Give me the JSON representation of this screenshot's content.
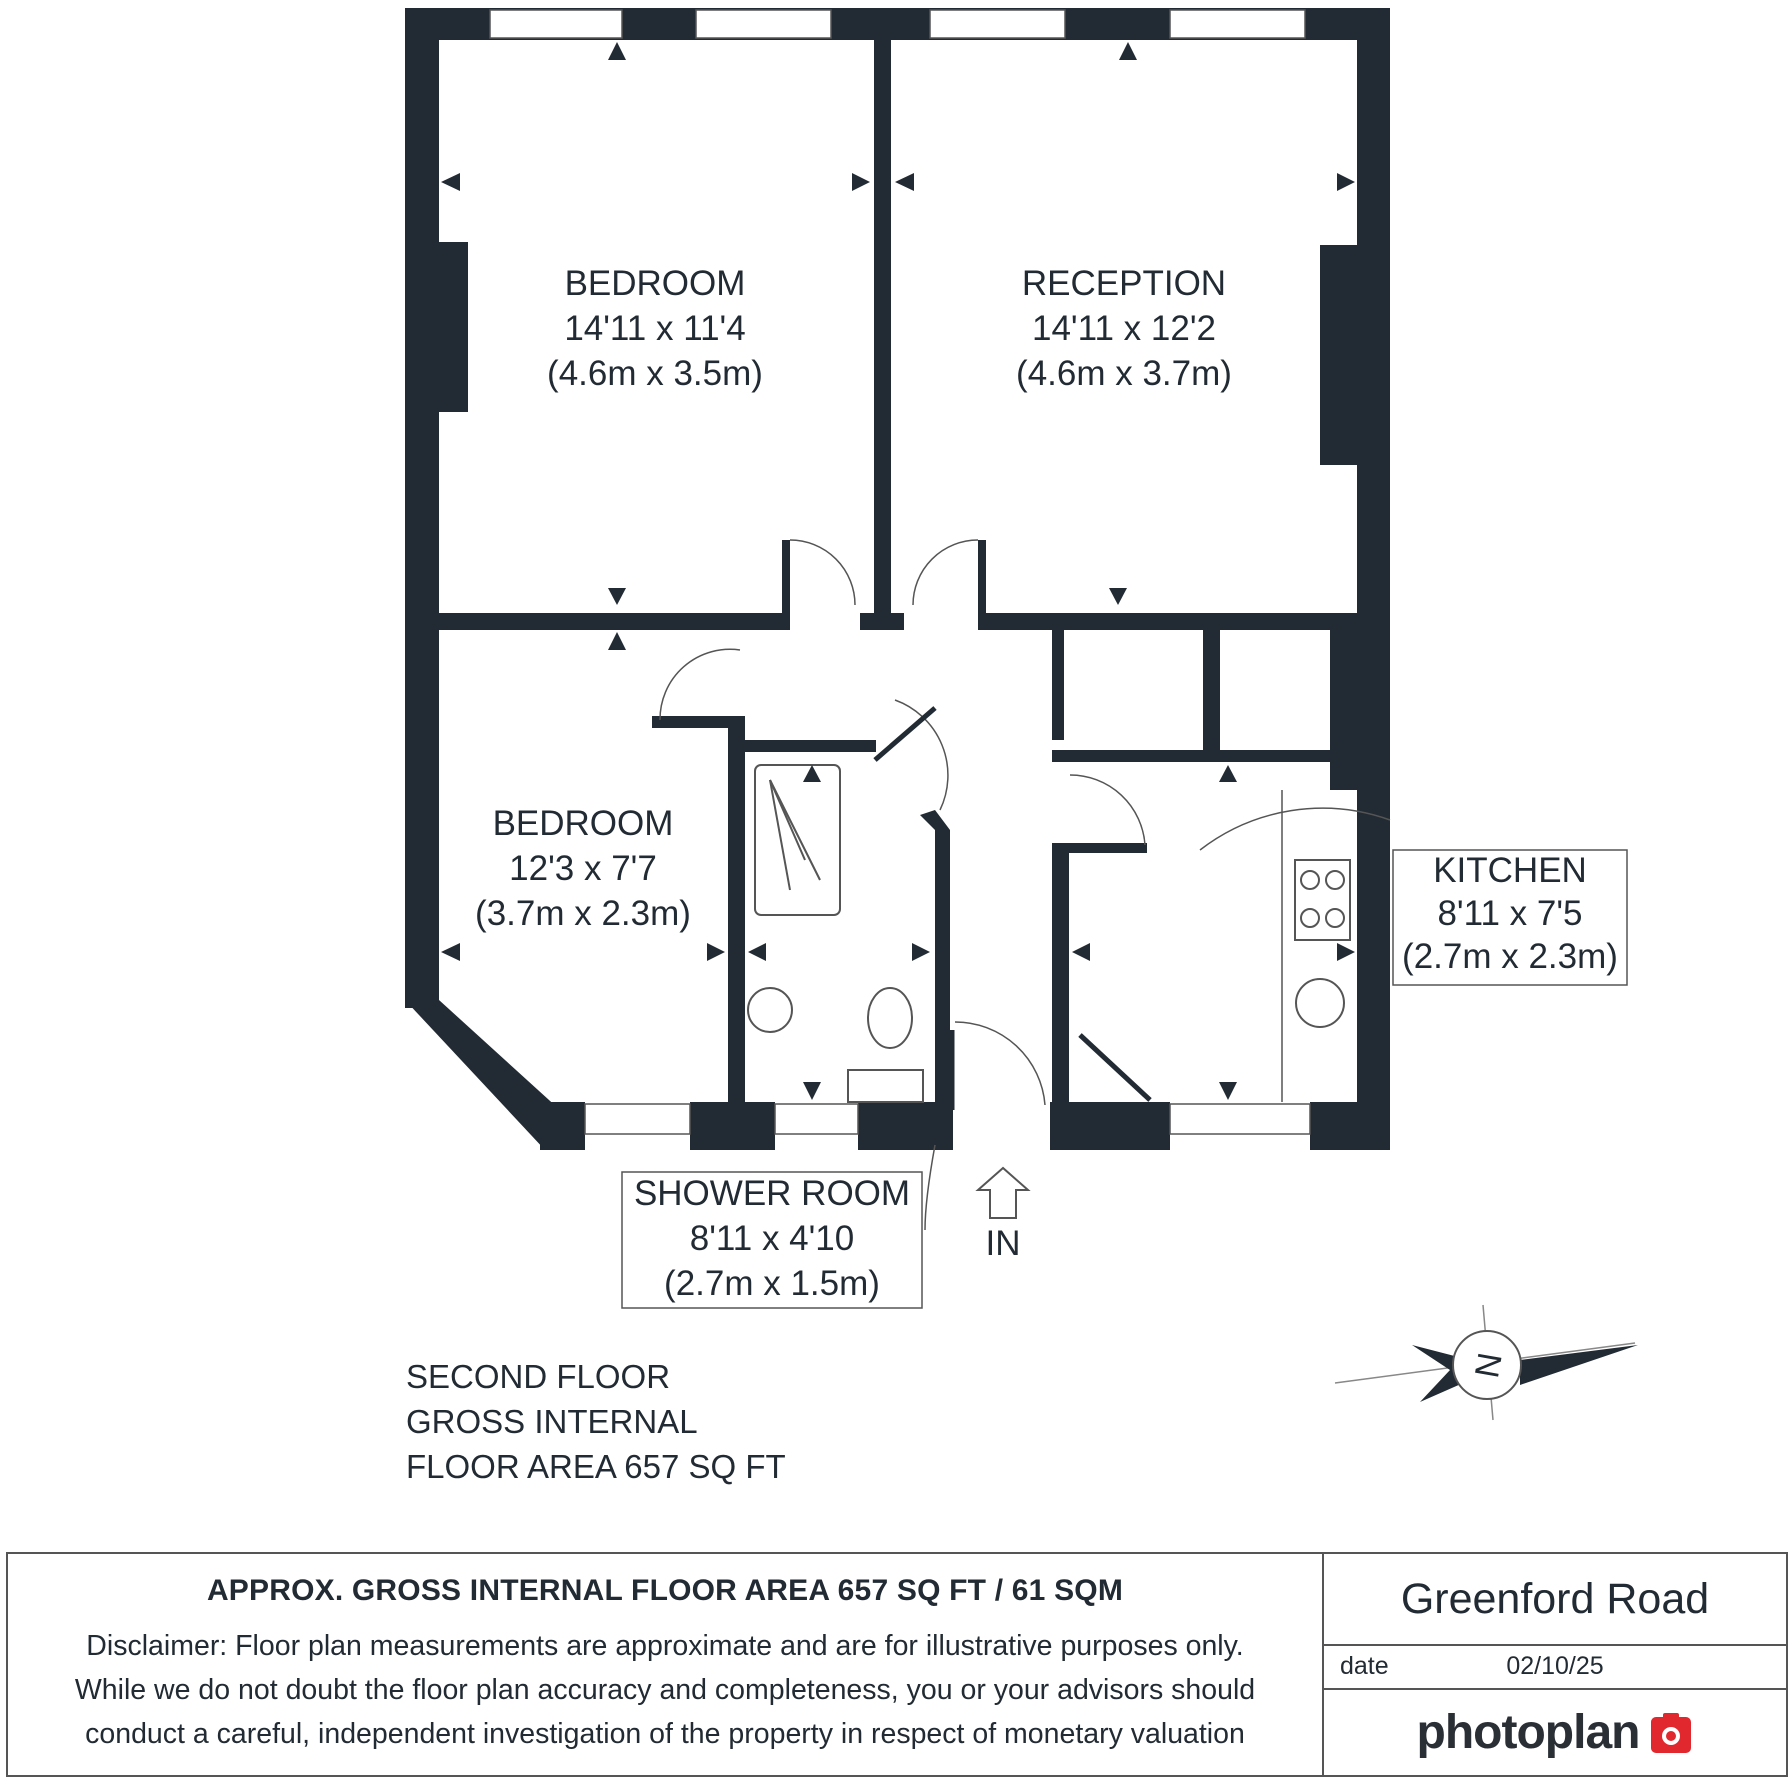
{
  "rooms": [
    {
      "name": "BEDROOM",
      "imperial": "14'11 x 11'4",
      "metric": "(4.6m x 3.5m)"
    },
    {
      "name": "RECEPTION",
      "imperial": "14'11 x 12'2",
      "metric": "(4.6m x 3.7m)"
    },
    {
      "name": "BEDROOM",
      "imperial": "12'3 x 7'7",
      "metric": "(3.7m x 2.3m)"
    },
    {
      "name": "KITCHEN",
      "imperial": "8'11 x 7'5",
      "metric": "(2.7m x 2.3m)"
    },
    {
      "name": "SHOWER ROOM",
      "imperial": "8'11 x 4'10",
      "metric": "(2.7m x 1.5m)"
    }
  ],
  "entrance_label": "IN",
  "floor_info": [
    "SECOND FLOOR",
    "GROSS INTERNAL",
    "FLOOR AREA 657 SQ FT"
  ],
  "compass_letter": "N",
  "footer": {
    "area_heading": "APPROX. GROSS INTERNAL FLOOR AREA 657 SQ FT / 61 SQM",
    "disclaimer_lines": [
      "Disclaimer: Floor plan measurements are approximate and are for illustrative purposes only.",
      "While we do not doubt the floor plan accuracy and completeness, you or your advisors should",
      "conduct a careful, independent investigation of the property in respect of monetary valuation"
    ],
    "address": "Greenford Road",
    "date_label": "date",
    "date_value": "02/10/25",
    "brand": "photoplan"
  },
  "colors": {
    "wall": "#222b33",
    "line": "#555555",
    "brand_red": "#e0282e"
  }
}
